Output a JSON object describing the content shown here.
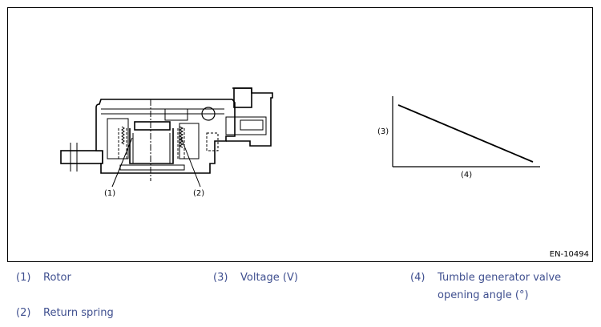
{
  "figure": {
    "id": "EN-10494",
    "callouts": {
      "rotor": "(1)",
      "return_spring": "(2)",
      "voltage": "(3)",
      "angle": "(4)"
    }
  },
  "legend": [
    {
      "num": "(1)",
      "text": "Rotor"
    },
    {
      "num": "(2)",
      "text": "Return spring"
    },
    {
      "num": "(3)",
      "text": "Voltage (V)"
    },
    {
      "num": "(4)",
      "text": "Tumble generator valve opening angle (°)"
    }
  ]
}
